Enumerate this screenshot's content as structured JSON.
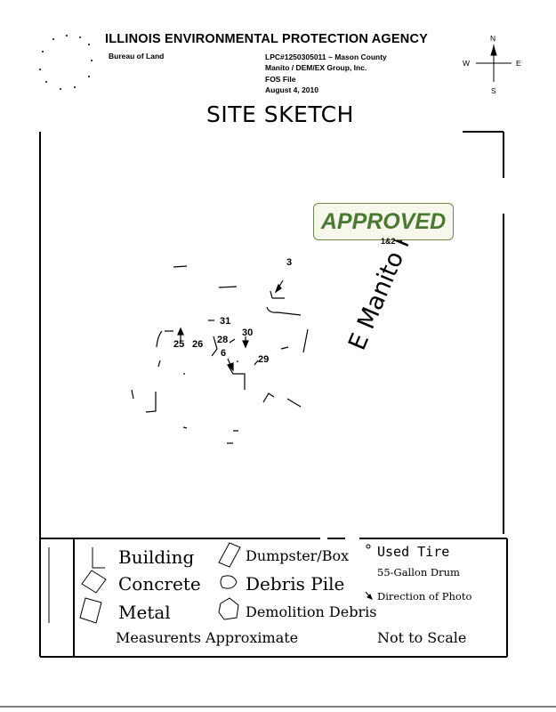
{
  "header": {
    "agency": "ILLINOIS ENVIRONMENTAL PROTECTION AGENCY",
    "bureau": "Bureau of Land",
    "lpc": "LPC#1250305011 ~ Mason County",
    "site": "Manito / DEM/EX Group, Inc.",
    "file": "FOS File",
    "date": "August 4, 2010"
  },
  "compass": {
    "n": "N",
    "s": "S",
    "w": "W",
    "e": "E"
  },
  "title": "SITE SKETCH",
  "stamp": "APPROVED",
  "road_label": "E Manito Rd",
  "photo_marks": [
    {
      "id": "m-12",
      "label": "1&2"
    },
    {
      "id": "m-3",
      "label": "3"
    },
    {
      "id": "m-31",
      "label": "31"
    },
    {
      "id": "m-30",
      "label": "30"
    },
    {
      "id": "m-25",
      "label": "25"
    },
    {
      "id": "m-26",
      "label": "26"
    },
    {
      "id": "m-28",
      "label": "28"
    },
    {
      "id": "m-6",
      "label": "6"
    },
    {
      "id": "m-29",
      "label": "29"
    }
  ],
  "legend": {
    "building": "Building",
    "concrete": "Concrete",
    "metal": "Metal",
    "dumpster": "Dumpster/Box",
    "debris_pile": "Debris Pile",
    "demolition": "Demolition Debris",
    "used_tire": "Used Tire",
    "drum": "55-Gallon Drum",
    "direction": "Direction of Photo",
    "measurements": "Measurents Approximate",
    "scale": "Not to Scale"
  }
}
